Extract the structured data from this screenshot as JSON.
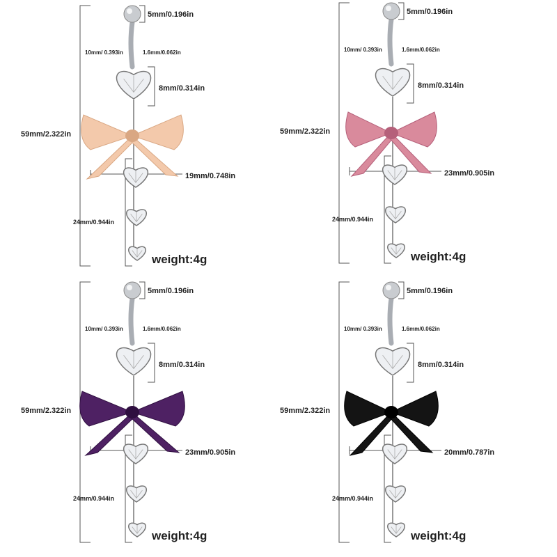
{
  "products": [
    {
      "bow_color_name": "peach",
      "bow_color": "#f3c9ab",
      "bow_shade": "#d9a783",
      "ball_size": "5mm/0.196in",
      "bar_length": "10mm/ 0.393in",
      "gauge": "1.6mm/0.062in",
      "heart_size": "8mm/0.314in",
      "total_length": "59mm/2.322in",
      "bow_width": "19mm/0.748in",
      "dangle_length": "24mm/0.944in",
      "weight": "weight:4g"
    },
    {
      "bow_color_name": "pink",
      "bow_color": "#d98a9c",
      "bow_shade": "#b5607a",
      "ball_size": "5mm/0.196in",
      "bar_length": "10mm/ 0.393in",
      "gauge": "1.6mm/0.062in",
      "heart_size": "8mm/0.314in",
      "total_length": "59mm/2.322in",
      "bow_width": "23mm/0.905in",
      "dangle_length": "24mm/0.944in",
      "weight": "weight:4g"
    },
    {
      "bow_color_name": "purple",
      "bow_color": "#4e2163",
      "bow_shade": "#2f0f40",
      "ball_size": "5mm/0.196in",
      "bar_length": "10mm/ 0.393in",
      "gauge": "1.6mm/0.062in",
      "heart_size": "8mm/0.314in",
      "total_length": "59mm/2.322in",
      "bow_width": "23mm/0.905in",
      "dangle_length": "24mm/0.944in",
      "weight": "weight:4g"
    },
    {
      "bow_color_name": "black",
      "bow_color": "#141414",
      "bow_shade": "#000000",
      "ball_size": "5mm/0.196in",
      "bar_length": "10mm/ 0.393in",
      "gauge": "1.6mm/0.062in",
      "heart_size": "8mm/0.314in",
      "total_length": "59mm/2.322in",
      "bow_width": "20mm/0.787in",
      "dangle_length": "24mm/0.944in",
      "weight": "weight:4g"
    }
  ]
}
